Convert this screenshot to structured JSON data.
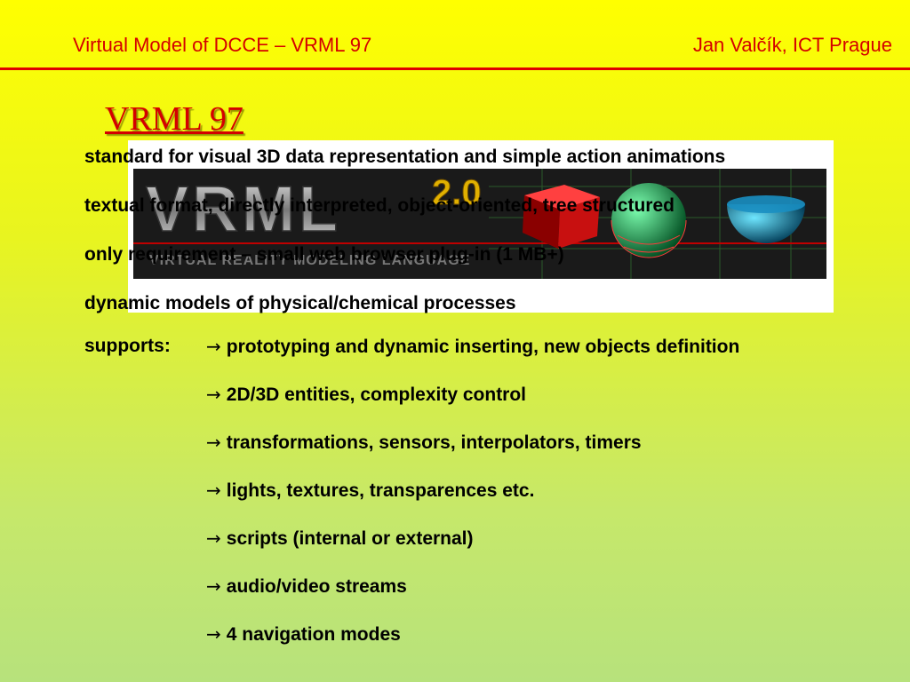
{
  "header": {
    "left": "Virtual Model of DCCE – VRML 97",
    "right": "Jan Valčík, ICT Prague"
  },
  "title": "VRML 97",
  "bullets": [
    "standard for visual 3D data representation and simple action animations",
    "textual format, directly interpreted, object-oriented, tree structured",
    "only requirement – small web browser plug-in (1 MB+)",
    "dynamic models of physical/chemical processes"
  ],
  "supports": {
    "label": "supports:",
    "arrow": "→",
    "items": [
      "prototyping and dynamic inserting, new objects definition",
      "2D/3D entities, complexity control",
      "transformations, sensors, interpolators, timers",
      "lights, textures, transparences etc.",
      "scripts (internal or external)",
      "audio/video streams",
      "4 navigation modes"
    ]
  },
  "banner": {
    "logo_text": "VRML",
    "version_text": "2.0",
    "tagline": "VIRTUAL REALITY MODELING LANGUAGE"
  },
  "colors": {
    "accent": "#d40000",
    "background_top": "#ffff00",
    "background_bottom": "#b7e27c"
  }
}
